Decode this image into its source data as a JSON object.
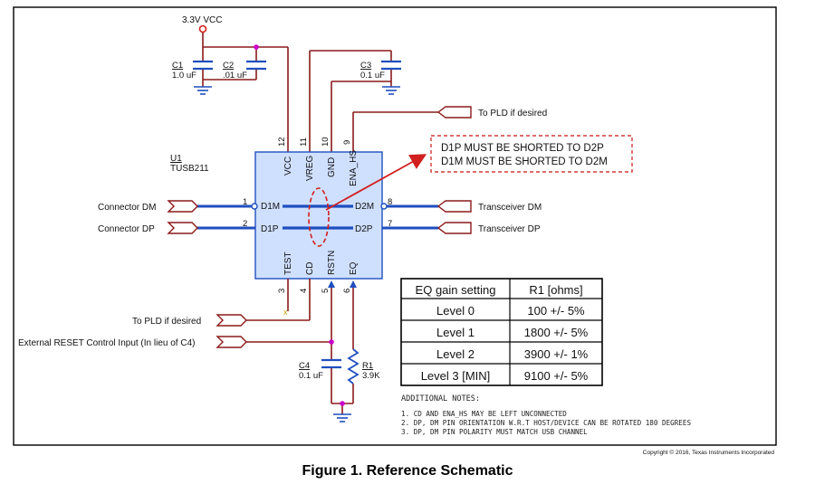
{
  "schematic": {
    "power_label": "3.3V VCC",
    "chip": {
      "ref": "U1",
      "part": "TUSB211"
    },
    "pins": {
      "vcc": "VCC",
      "vreg": "VREG",
      "gnd": "GND",
      "ena_hs": "ENA_HS",
      "d1m": "D1M",
      "d2m": "D2M",
      "d1p": "D1P",
      "d2p": "D2P",
      "test": "TEST",
      "cd": "CD",
      "rstn": "RSTN",
      "eq": "EQ"
    },
    "pin_numbers": {
      "p12": "12",
      "p11": "11",
      "p10": "10",
      "p9": "9",
      "p1": "1",
      "p2": "2",
      "p8": "8",
      "p7": "7",
      "p3": "3",
      "p4": "4",
      "p5": "5",
      "p6": "6"
    },
    "caps": {
      "c1_ref": "C1",
      "c1_val": "1.0 uF",
      "c2_ref": "C2",
      "c2_val": ".01 uF",
      "c3_ref": "C3",
      "c3_val": "0.1 uF",
      "c4_ref": "C4",
      "c4_val": "0.1 uF"
    },
    "resistor": {
      "ref": "R1",
      "val": "3.9K"
    },
    "labels": {
      "to_pld_top": "To PLD if desired",
      "connector_dm": "Connector DM",
      "connector_dp": "Connector DP",
      "transceiver_dm": "Transceiver DM",
      "transceiver_dp": "Transceiver DP",
      "to_pld_bottom": "To PLD if desired",
      "ext_reset": "External RESET Control Input (In lieu of C4)"
    },
    "note_box": {
      "line1": "D1P MUST BE SHORTED TO D2P",
      "line2": "D1M MUST BE SHORTED TO D2M"
    },
    "eq_table": {
      "headers": [
        "EQ gain setting",
        "R1 [ohms]"
      ],
      "rows": [
        [
          "Level 0",
          "100 +/- 5%"
        ],
        [
          "Level 1",
          "1800 +/- 5%"
        ],
        [
          "Level 2",
          "3900 +/- 1%"
        ],
        [
          "Level 3 [MIN]",
          "9100 +/- 5%"
        ]
      ]
    },
    "additional_notes": {
      "title": "ADDITIONAL NOTES:",
      "items": [
        "1. CD AND ENA_HS MAY BE LEFT UNCONNECTED",
        "2. DP, DM PIN ORIENTATION W.R.T HOST/DEVICE CAN BE ROTATED 180 DEGREES",
        "3. DP, DM PIN POLARITY MUST MATCH USB CHANNEL"
      ]
    },
    "copyright": "Copyright © 2016, Texas Instruments Incorporated"
  },
  "caption": "Figure 1.  Reference Schematic",
  "colors": {
    "wire": "#8b1a1a",
    "bus": "#1f4fbf",
    "chip_fill": "#cfe0ff",
    "junction": "#cc00cc",
    "note_border": "#d23b3b",
    "arrow": "#d21f1f"
  }
}
